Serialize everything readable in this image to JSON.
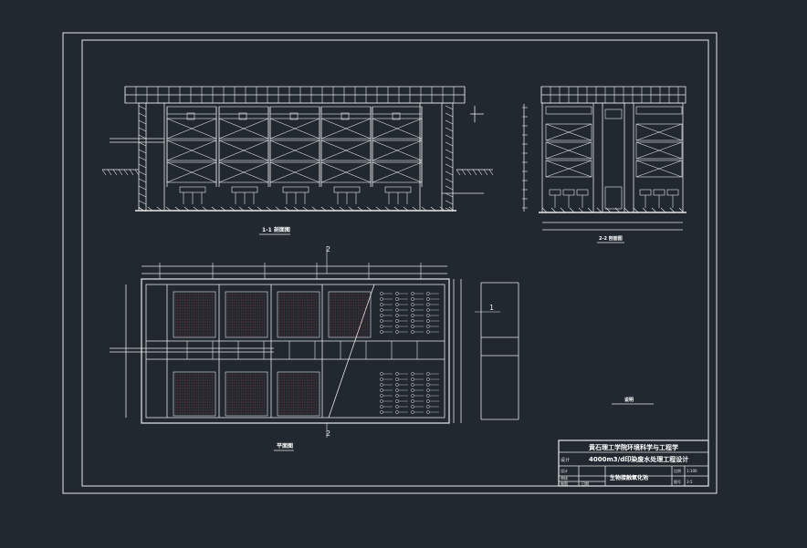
{
  "views": {
    "section_1_label": "1-1 剖面图",
    "section_2_label": "2-2 剖面图",
    "plan_label": "平面图",
    "cut_mark_2_top": "2",
    "cut_mark_2_bottom": "2",
    "cut_mark_1_right": "1",
    "note_text": "说明"
  },
  "title_block": {
    "school": "黄石理工学院环境科学与工程学",
    "design_label": "设计",
    "project": "4000m3/d印染废水处理工程设计",
    "drawing_title": "生物接触氧化池",
    "scale_label": "比例",
    "scale_value": "1:100",
    "sheet_label": "图号",
    "sheet_value": "3-5",
    "rows": [
      "设计",
      "审核",
      "制图",
      "日期"
    ]
  },
  "colors": {
    "background": "#212830",
    "line": "#e8e8e8",
    "accent_red": "#d94040"
  }
}
